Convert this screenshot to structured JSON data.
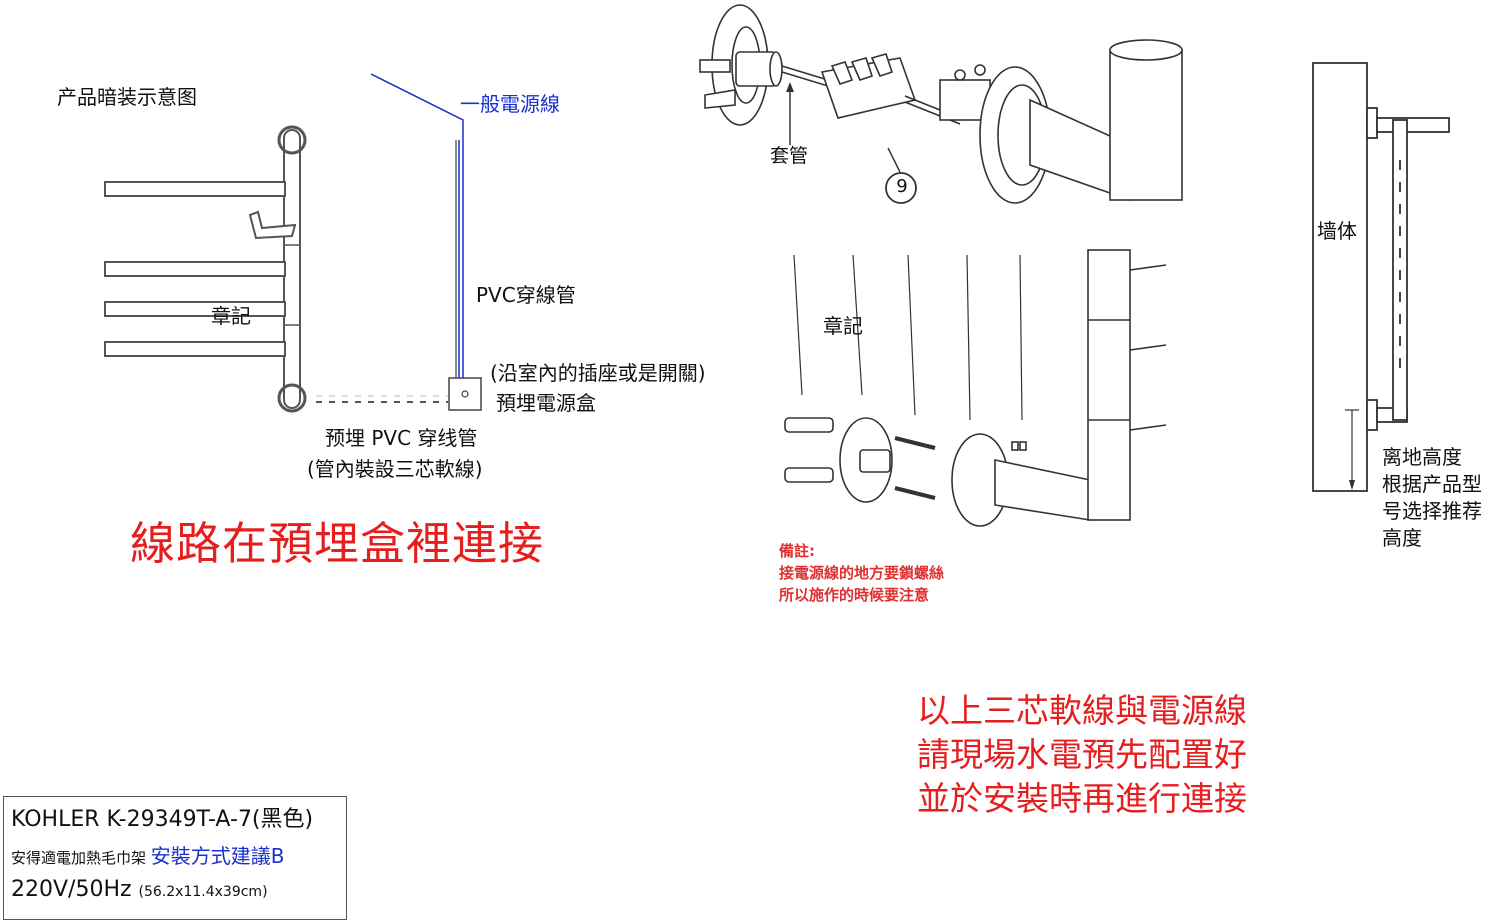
{
  "left_diagram": {
    "title": "产品暗装示意图",
    "power_line_label": "一般電源線",
    "pvc_conduit_label": "PVC穿線管",
    "socket_note": "(沿室內的插座或是開關)",
    "box_label": "預埋電源盒",
    "embedded_pvc_label": "预埋 PVC 穿线管",
    "embedded_pvc_note": "(管內裝設三芯軟線)",
    "stamp": "章記"
  },
  "main_note": "線路在預埋盒裡連接",
  "exploded_top": {
    "sleeve_label": "套管",
    "part_number": "9"
  },
  "exploded_bottom": {
    "stamp": "章記",
    "note_lines": [
      "備註:",
      "接電源線的地方要鎖螺絲",
      "所以施作的時候要注意"
    ]
  },
  "side_view": {
    "wall_label": "墙体",
    "height_note": [
      "离地高度",
      "根据产品型",
      "号选择推荐",
      "高度"
    ]
  },
  "bottom_note": [
    "以上三芯軟線與電源線",
    "請現場水電預先配置好",
    "並於安裝時再進行連接"
  ],
  "spec_box": {
    "model": "KOHLER K-29349T-A-7(黑色)",
    "product_name": "安得適電加熱毛巾架",
    "install_method": "安裝方式建議B",
    "power": "220V/50Hz",
    "dimensions": "(56.2x11.4x39cm)"
  },
  "colors": {
    "accent_red": "#e61e1e",
    "blue_wire": "#1a2fd0",
    "line_gray": "#555555"
  }
}
